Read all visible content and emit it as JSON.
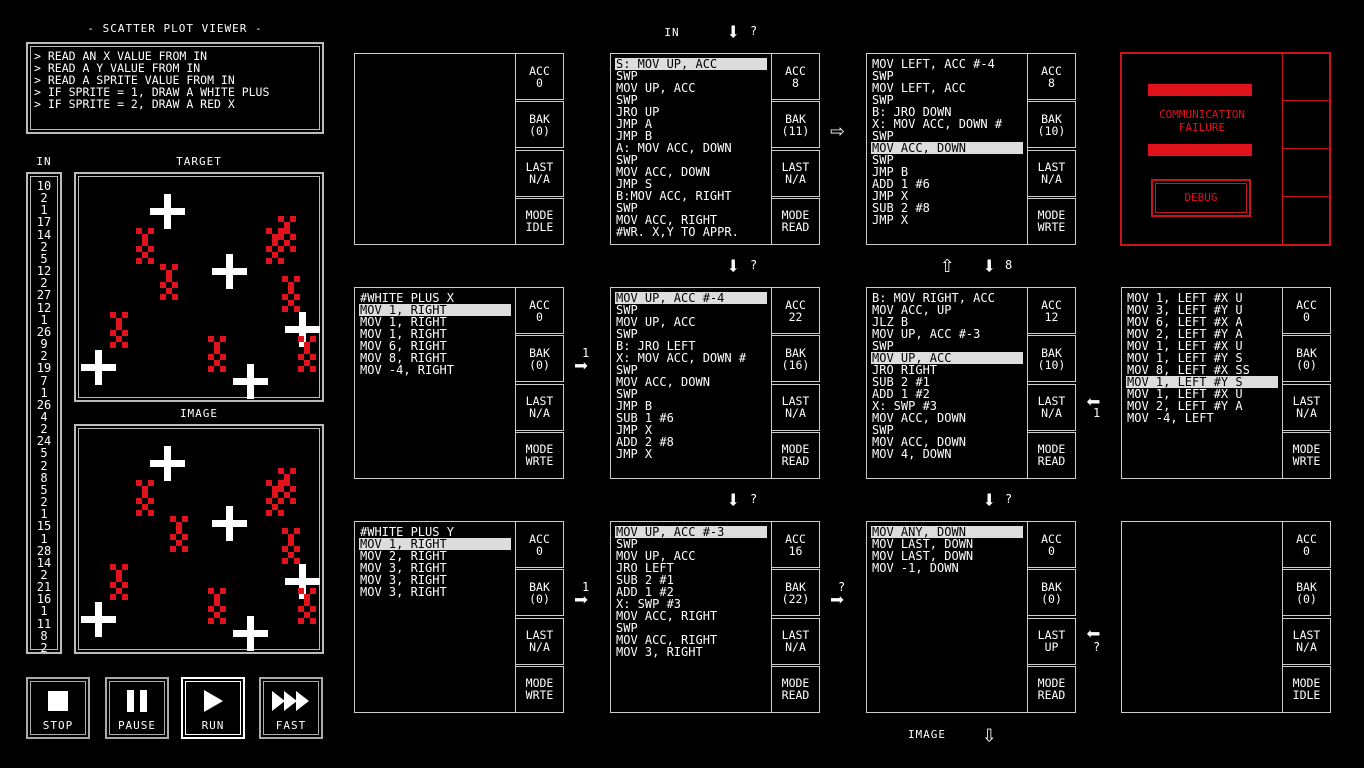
{
  "header": {
    "title": "- SCATTER PLOT VIEWER -"
  },
  "description": [
    "> READ AN X VALUE FROM IN",
    "> READ A Y VALUE FROM IN",
    "> READ A SPRITE VALUE FROM IN",
    "> IF SPRITE = 1, DRAW A WHITE PLUS",
    "> IF SPRITE = 2, DRAW A RED X"
  ],
  "in_panel": {
    "label": "IN",
    "values": [
      "10",
      "2",
      "1",
      "17",
      "14",
      "2",
      "5",
      "12",
      "2",
      "27",
      "12",
      "1",
      "26",
      "9",
      "2",
      "19",
      "7",
      "1",
      "26",
      "4",
      "2",
      "24",
      "5",
      "2",
      "8",
      "5",
      "2",
      "1",
      "15",
      "1",
      "28",
      "14",
      "2",
      "21",
      "16",
      "1",
      "11",
      "8",
      "2"
    ]
  },
  "target": {
    "label": "TARGET"
  },
  "image": {
    "label": "IMAGE"
  },
  "controls": {
    "stop": "STOP",
    "pause": "PAUSE",
    "run": "RUN",
    "fast": "FAST"
  },
  "top_labels": {
    "in": "IN",
    "image": "IMAGE"
  },
  "nodes": {
    "n1": {
      "code": [],
      "hl": -1,
      "acc_label": "ACC",
      "acc": "0",
      "bak_label": "BAK",
      "bak": "(0)",
      "last_label": "LAST",
      "last": "N/A",
      "mode_label": "MODE",
      "mode": "IDLE"
    },
    "n2": {
      "code": [
        "S: MOV UP, ACC",
        "SWP",
        "MOV UP, ACC",
        "SWP",
        "JRO UP",
        "JMP A",
        "JMP B",
        "A: MOV ACC, DOWN",
        "SWP",
        "MOV ACC, DOWN",
        "JMP S",
        "B:MOV ACC, RIGHT",
        "SWP",
        "MOV ACC, RIGHT",
        "#WR. X,Y TO APPR."
      ],
      "hl": 0,
      "acc_label": "ACC",
      "acc": "8",
      "bak_label": "BAK",
      "bak": "(11)",
      "last_label": "LAST",
      "last": "N/A",
      "mode_label": "MODE",
      "mode": "READ"
    },
    "n3": {
      "code": [
        "MOV LEFT, ACC #-4",
        "SWP",
        "MOV LEFT, ACC",
        "SWP",
        "B: JRO DOWN",
        "X: MOV ACC, DOWN #",
        "SWP",
        "MOV ACC, DOWN",
        "SWP",
        "JMP B",
        "ADD 1 #6",
        "JMP X",
        "SUB 2 #8",
        "JMP X"
      ],
      "hl": 7,
      "acc_label": "ACC",
      "acc": "8",
      "bak_label": "BAK",
      "bak": "(10)",
      "last_label": "LAST",
      "last": "N/A",
      "mode_label": "MODE",
      "mode": "WRTE"
    },
    "n4": {
      "code": [
        "#WHITE PLUS X",
        "MOV 1, RIGHT",
        "MOV 1, RIGHT",
        "MOV 1, RIGHT",
        "MOV 6, RIGHT",
        "MOV 8, RIGHT",
        "MOV -4, RIGHT"
      ],
      "hl": 1,
      "acc_label": "ACC",
      "acc": "0",
      "bak_label": "BAK",
      "bak": "(0)",
      "last_label": "LAST",
      "last": "N/A",
      "mode_label": "MODE",
      "mode": "WRTE"
    },
    "n5": {
      "code": [
        "MOV UP, ACC #-4",
        "SWP",
        "MOV UP, ACC",
        "SWP",
        "B: JRO LEFT",
        "X: MOV ACC, DOWN #",
        "SWP",
        "MOV ACC, DOWN",
        "SWP",
        "JMP B",
        "SUB 1 #6",
        "JMP X",
        "ADD 2 #8",
        "JMP X"
      ],
      "hl": 0,
      "acc_label": "ACC",
      "acc": "22",
      "bak_label": "BAK",
      "bak": "(16)",
      "last_label": "LAST",
      "last": "N/A",
      "mode_label": "MODE",
      "mode": "READ"
    },
    "n6": {
      "code": [
        "B: MOV RIGHT, ACC",
        "MOV ACC, UP",
        "JLZ B",
        "MOV UP, ACC #-3",
        "SWP",
        "MOV UP, ACC",
        "JRO RIGHT",
        "SUB 2 #1",
        "ADD 1 #2",
        "X: SWP #3",
        "MOV ACC, DOWN",
        "SWP",
        "MOV ACC, DOWN",
        "MOV 4, DOWN"
      ],
      "hl": 5,
      "acc_label": "ACC",
      "acc": "12",
      "bak_label": "BAK",
      "bak": "(10)",
      "last_label": "LAST",
      "last": "N/A",
      "mode_label": "MODE",
      "mode": "READ"
    },
    "n7": {
      "code": [
        "MOV 1, LEFT #X U",
        "MOV 3, LEFT #Y U",
        "MOV 6, LEFT #X A",
        "MOV 2, LEFT #Y A",
        "MOV 1, LEFT #X U",
        "MOV 1, LEFT #Y S",
        "MOV 8, LEFT #X SS",
        "MOV 1, LEFT #Y S",
        "MOV 1, LEFT #X U",
        "MOV 2, LEFT #Y A",
        "MOV -4, LEFT"
      ],
      "hl": 7,
      "acc_label": "ACC",
      "acc": "0",
      "bak_label": "BAK",
      "bak": "(0)",
      "last_label": "LAST",
      "last": "N/A",
      "mode_label": "MODE",
      "mode": "WRTE"
    },
    "n8": {
      "code": [
        "#WHITE PLUS Y",
        "MOV 1, RIGHT",
        "MOV 2, RIGHT",
        "MOV 3, RIGHT",
        "MOV 3, RIGHT",
        "MOV 3, RIGHT"
      ],
      "hl": 1,
      "acc_label": "ACC",
      "acc": "0",
      "bak_label": "BAK",
      "bak": "(0)",
      "last_label": "LAST",
      "last": "N/A",
      "mode_label": "MODE",
      "mode": "WRTE"
    },
    "n9": {
      "code": [
        "MOV UP, ACC #-3",
        "SWP",
        "MOV UP, ACC",
        "JRO LEFT",
        "SUB 2 #1",
        "ADD 1 #2",
        "X: SWP #3",
        "MOV ACC, RIGHT",
        "SWP",
        "MOV ACC, RIGHT",
        "MOV 3, RIGHT"
      ],
      "hl": 0,
      "acc_label": "ACC",
      "acc": "16",
      "bak_label": "BAK",
      "bak": "(22)",
      "last_label": "LAST",
      "last": "N/A",
      "mode_label": "MODE",
      "mode": "READ"
    },
    "n10": {
      "code": [
        "MOV ANY, DOWN",
        "MOV LAST, DOWN",
        "MOV LAST, DOWN",
        "MOV -1, DOWN"
      ],
      "hl": 0,
      "acc_label": "ACC",
      "acc": "0",
      "bak_label": "BAK",
      "bak": "(0)",
      "last_label": "LAST",
      "last": "UP",
      "mode_label": "MODE",
      "mode": "READ"
    },
    "n11": {
      "code": [],
      "hl": -1,
      "acc_label": "ACC",
      "acc": "0",
      "bak_label": "BAK",
      "bak": "(0)",
      "last_label": "LAST",
      "last": "N/A",
      "mode_label": "MODE",
      "mode": "IDLE"
    }
  },
  "failure": {
    "line1": "COMMUNICATION",
    "line2": "FAILURE",
    "debug": "DEBUG"
  },
  "arrows": {
    "in_q": "?",
    "n2_down": "?",
    "n3_down": "8",
    "n4_right": "1",
    "n5_down": "?",
    "n6_down": "?",
    "n7_left": "1",
    "n8_right": "1",
    "n9_right": "?",
    "n11_left": "?"
  },
  "colors": {
    "red": "#e0121c",
    "highlight": "#dddddd",
    "border": "#cccccc"
  },
  "icons": {
    "stop": "stop-icon",
    "pause": "pause-icon",
    "run": "play-icon",
    "fast": "fast-forward-icon"
  }
}
